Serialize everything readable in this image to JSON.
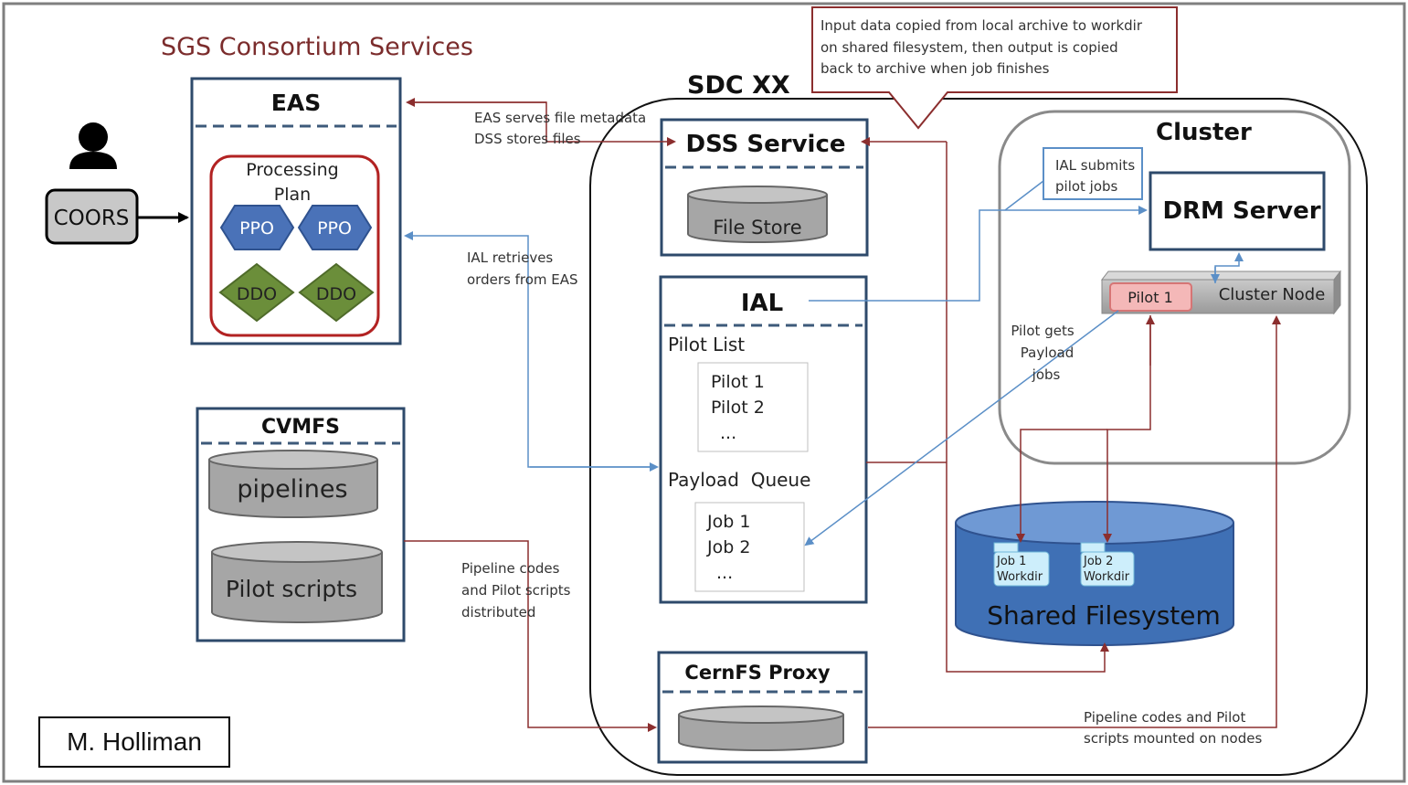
{
  "title": "SGS Consortium Services",
  "credit": "M. Holliman",
  "eas": {
    "title": "EAS",
    "plan_line1": "Processing",
    "plan_line2": "Plan",
    "ppo": "PPO",
    "ddo": "DDO"
  },
  "coors": "COORS",
  "cvmfs": {
    "title": "CVMFS",
    "db1": "pipelines",
    "db2": "Pilot scripts"
  },
  "sdc": {
    "title": "SDC XX"
  },
  "dss": {
    "title": "DSS Service",
    "store": "File Store"
  },
  "ial": {
    "title": "IAL",
    "pilot_list": "Pilot List",
    "pilots": [
      "Pilot 1",
      "Pilot 2",
      "..."
    ],
    "payload_queue": "Payload  Queue",
    "jobs": [
      "Job 1",
      "Job 2",
      "..."
    ]
  },
  "cernfs": {
    "title": "CernFS Proxy"
  },
  "cluster": {
    "title": "Cluster",
    "drm": "DRM Server",
    "node": "Cluster Node",
    "pilot": "Pilot 1"
  },
  "shared_fs": {
    "title": "Shared Filesystem",
    "job1_a": "Job 1",
    "job1_b": "Workdir",
    "job2_a": "Job 2",
    "job2_b": "Workdir"
  },
  "annotations": {
    "callout": [
      "Input data copied from local archive to workdir",
      "on shared filesystem, then  output is copied",
      "back to archive when job finishes"
    ],
    "eas_serves": [
      "EAS serves file metadata",
      "DSS stores files"
    ],
    "ial_retrieves": [
      "IAL retrieves",
      "orders from EAS"
    ],
    "ial_submits": [
      "IAL submits",
      "pilot jobs"
    ],
    "pilot_gets": [
      "Pilot gets",
      "Payload",
      "jobs"
    ],
    "pipeline_codes": [
      "Pipeline codes",
      "and Pilot scripts",
      "distributed"
    ],
    "mounted": [
      "Pipeline codes and Pilot",
      "scripts mounted on nodes"
    ]
  },
  "colors": {
    "box_border": "#2e4a6b",
    "dash": "#3d5a7a",
    "title_red": "#7b2c2c",
    "arrow_red": "#8b2e2e",
    "arrow_blue": "#5b8fc7",
    "ppo_fill": "#4a72b8",
    "ddo_fill": "#6b8e3a",
    "fs_fill": "#3f70b5"
  },
  "icons": {
    "user": "person-icon"
  }
}
